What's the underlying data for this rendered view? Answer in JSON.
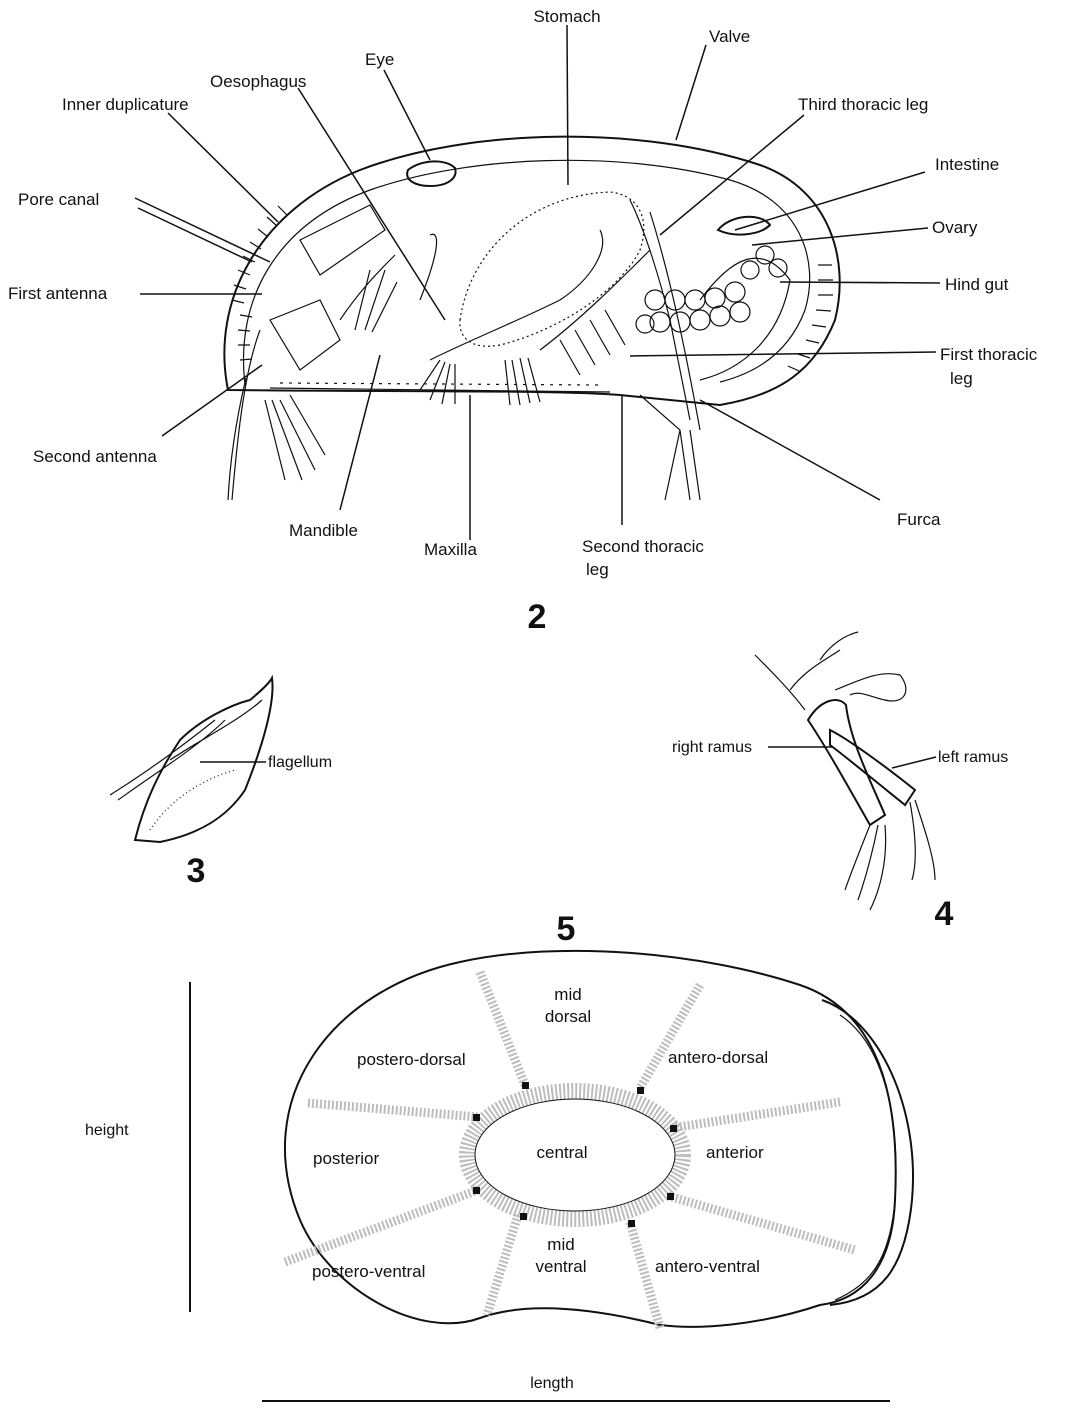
{
  "figure2": {
    "number": "2",
    "labels": {
      "stomach": "Stomach",
      "valve": "Valve",
      "eye": "Eye",
      "oesophagus": "Oesophagus",
      "inner_duplicature": "Inner duplicature",
      "third_thoracic_leg": "Third thoracic leg",
      "intestine": "Intestine",
      "pore_canal": "Pore canal",
      "ovary": "Ovary",
      "first_antenna": "First antenna",
      "hind_gut": "Hind gut",
      "first_thoracic_leg_1": "First thoracic",
      "first_thoracic_leg_2": "leg",
      "second_antenna": "Second antenna",
      "furca": "Furca",
      "mandible": "Mandible",
      "maxilla": "Maxilla",
      "second_thoracic_leg_1": "Second thoracic",
      "second_thoracic_leg_2": "leg"
    }
  },
  "figure3": {
    "number": "3",
    "labels": {
      "flagellum": "flagellum"
    }
  },
  "figure4": {
    "number": "4",
    "labels": {
      "right_ramus": "right ramus",
      "left_ramus": "left ramus"
    }
  },
  "figure5": {
    "number": "5",
    "zones": {
      "mid_dorsal_1": "mid",
      "mid_dorsal_2": "dorsal",
      "postero_dorsal": "postero-dorsal",
      "antero_dorsal": "antero-dorsal",
      "posterior": "posterior",
      "central": "central",
      "anterior": "anterior",
      "postero_ventral": "postero-ventral",
      "mid_ventral_1": "mid",
      "mid_ventral_2": "ventral",
      "antero_ventral": "antero-ventral"
    },
    "dimensions": {
      "height": "height",
      "length": "length"
    }
  }
}
